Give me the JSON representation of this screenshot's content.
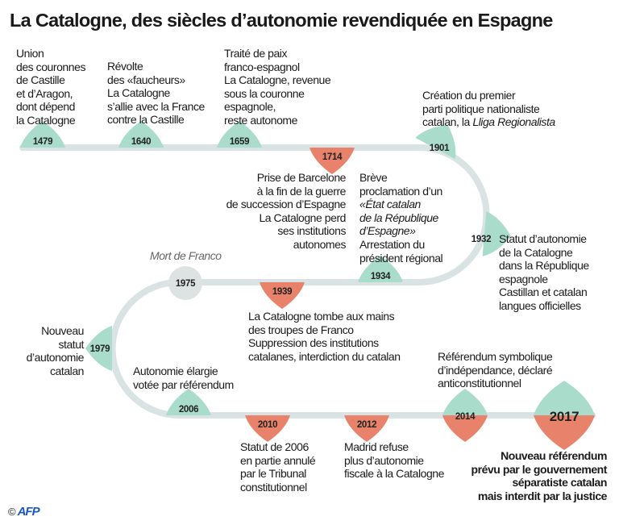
{
  "title": "La Catalogne, des siècles d’autonomie revendiquée en Espagne",
  "colors": {
    "track": "#d9e3e3",
    "teal": "#a9dcca",
    "orange": "#e8826a",
    "grey": "#dde3e3"
  },
  "events": {
    "e1479": {
      "year": "1479",
      "lines": [
        "Union",
        "des couronnes",
        "de Castille",
        "et d’Aragon,",
        "dont dépend",
        "la Catalogne"
      ]
    },
    "e1640": {
      "year": "1640",
      "lines": [
        "Révolte",
        "des «faucheurs»",
        "La Catalogne",
        "s’allie avec la France",
        "contre la Castille"
      ]
    },
    "e1659": {
      "year": "1659",
      "lines": [
        "Traité de paix",
        "franco-espagnol",
        "La Catalogne, revenue",
        "sous la couronne",
        "espagnole,",
        "reste autonome"
      ]
    },
    "e1714": {
      "year": "1714",
      "lines": [
        "Prise de Barcelone",
        "à la fin de la guerre",
        "de succession d’Espagne",
        "La Catalogne perd",
        "ses institutions",
        "autonomes"
      ]
    },
    "e1901": {
      "year": "1901",
      "lines": [
        "Création du premier",
        "parti politique nationaliste",
        "catalan, la "
      ],
      "italic": "Lliga Regionalista"
    },
    "e1932": {
      "year": "1932",
      "lines": [
        "Statut d’autonomie",
        "de la Catalogne",
        "dans la République",
        "espagnole",
        "Castillan et catalan",
        "langues officielles"
      ]
    },
    "e1934": {
      "year": "1934",
      "lines": [
        "Brève",
        "proclamation d’un",
        "«État catalan",
        "de la République",
        "d’Espagne»",
        "Arrestation du",
        "président régional"
      ]
    },
    "e1939": {
      "year": "1939",
      "lines": [
        "La Catalogne tombe aux mains",
        "des troupes de Franco",
        "Suppression des institutions",
        "catalanes, interdiction du catalan"
      ]
    },
    "e1975": {
      "year": "1975",
      "label": "Mort de Franco"
    },
    "e1979": {
      "year": "1979",
      "lines": [
        "Nouveau",
        "statut",
        "d’autonomie",
        "catalan"
      ]
    },
    "e2006": {
      "year": "2006",
      "lines": [
        "Autonomie élargie",
        "votée par référendum"
      ]
    },
    "e2010": {
      "year": "2010",
      "lines": [
        "Statut de 2006",
        "en partie annulé",
        "par le Tribunal",
        "constitutionnel"
      ]
    },
    "e2012": {
      "year": "2012",
      "lines": [
        "Madrid refuse",
        "plus d’autonomie",
        "fiscale à la Catalogne"
      ]
    },
    "e2014": {
      "year": "2014",
      "lines": [
        "Référendum symbolique",
        "d’indépendance, déclaré",
        "anticonstitutionnel"
      ]
    },
    "e2017": {
      "year": "2017",
      "lines": [
        "Nouveau référendum",
        "prévu par le gouvernement",
        "séparatiste catalan",
        "mais interdit par la justice"
      ]
    }
  },
  "credit": {
    "copyright": "©",
    "agency": "AFP"
  }
}
